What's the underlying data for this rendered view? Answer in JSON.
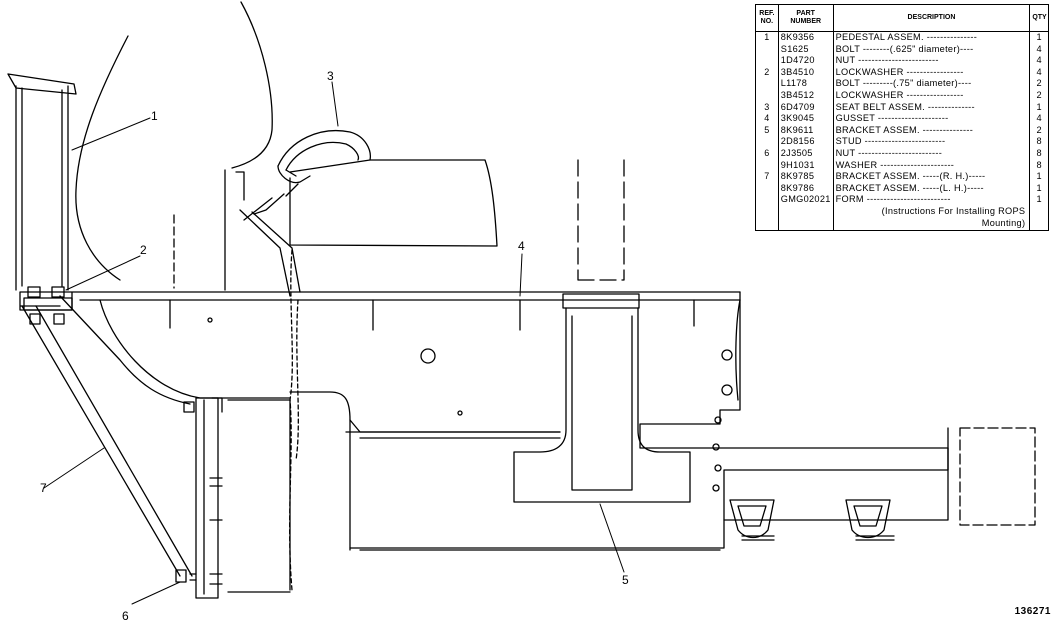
{
  "table": {
    "headers": {
      "ref": "REF. NO.",
      "part": "PART NUMBER",
      "description": "DESCRIPTION",
      "qty": "QTY"
    },
    "rows": [
      {
        "ref": "1",
        "part": "8K9356",
        "description": "PEDESTAL ASSEM. ---------------",
        "qty": "1"
      },
      {
        "ref": "",
        "part": "S1625",
        "description": "BOLT --------(.625\" diameter)----",
        "qty": "4"
      },
      {
        "ref": "",
        "part": "1D4720",
        "description": "NUT ------------------------",
        "qty": "4"
      },
      {
        "ref": "2",
        "part": "3B4510",
        "description": "LOCKWASHER -----------------",
        "qty": "4"
      },
      {
        "ref": "",
        "part": "L1178",
        "description": "BOLT ---------(.75\" diameter)----",
        "qty": "2"
      },
      {
        "ref": "",
        "part": "3B4512",
        "description": "LOCKWASHER -----------------",
        "qty": "2"
      },
      {
        "ref": "3",
        "part": "6D4709",
        "description": "SEAT BELT ASSEM. --------------",
        "qty": "1"
      },
      {
        "ref": "4",
        "part": "3K9045",
        "description": "GUSSET ---------------------",
        "qty": "4"
      },
      {
        "ref": "5",
        "part": "8K9611",
        "description": "BRACKET ASSEM. ---------------",
        "qty": "2"
      },
      {
        "ref": "",
        "part": "2D8156",
        "description": "STUD ------------------------",
        "qty": "8"
      },
      {
        "ref": "6",
        "part": "2J3505",
        "description": "NUT -------------------------",
        "qty": "8"
      },
      {
        "ref": "",
        "part": "9H1031",
        "description": "WASHER ----------------------",
        "qty": "8"
      },
      {
        "ref": "7",
        "part": "8K9785",
        "description": "BRACKET ASSEM. -----(R. H.)-----",
        "qty": "1"
      },
      {
        "ref": "",
        "part": "8K9786",
        "description": "BRACKET ASSEM. -----(L. H.)-----",
        "qty": "1"
      },
      {
        "ref": "",
        "part": "GMG02021",
        "description": "FORM -------------------------",
        "qty": "1"
      }
    ],
    "note": "(Instructions For Installing ROPS Mounting)"
  },
  "callouts": [
    "1",
    "2",
    "3",
    "4",
    "5",
    "6",
    "7"
  ],
  "drawing_number": "136271"
}
